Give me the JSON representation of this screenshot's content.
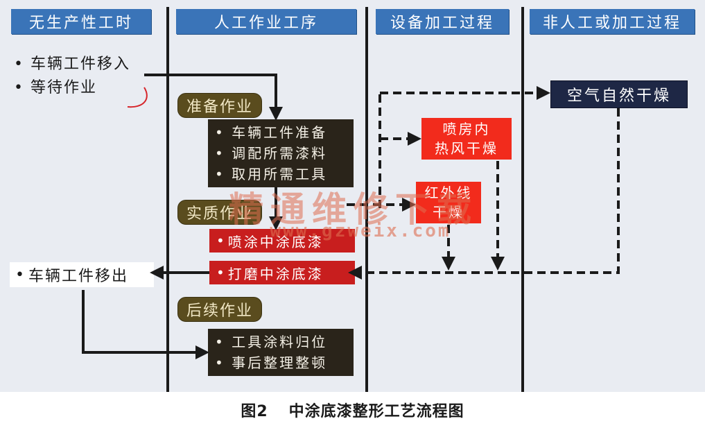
{
  "lanes": [
    {
      "title": "无生产性工时"
    },
    {
      "title": "人工作业工序"
    },
    {
      "title": "设备加工过程"
    },
    {
      "title": "非人工或加工过程"
    }
  ],
  "lane1_items": [
    "车辆工件移入",
    "等待作业"
  ],
  "exit_item": "车辆工件移出",
  "phases": {
    "prep": "准备作业",
    "actual": "实质作业",
    "follow": "后续作业"
  },
  "prep_tasks": [
    "车辆工件准备",
    "调配所需漆料",
    "取用所需工具"
  ],
  "actual_tasks": [
    "喷涂中涂底漆",
    "打磨中涂底漆"
  ],
  "follow_tasks": [
    "工具涂料归位",
    "事后整理整顿"
  ],
  "equipment": {
    "booth_hot_air": [
      "喷房内",
      "热风干燥"
    ],
    "infrared": [
      "红外线",
      "干燥"
    ]
  },
  "natural": "空气自然干燥",
  "watermark": {
    "text": "精通维修下载",
    "url": "www.gzweix.com"
  },
  "caption": {
    "number": "图2",
    "title": "中涂底漆整形工艺流程图"
  },
  "colors": {
    "lane_header": "#3a74b8",
    "phase_pill": "#5a4c1e",
    "dark_box": "#2a241a",
    "red_box": "#c81e1e",
    "bright_red": "#f22b1c",
    "navy": "#1e2745",
    "background": "#e9ecf2"
  }
}
